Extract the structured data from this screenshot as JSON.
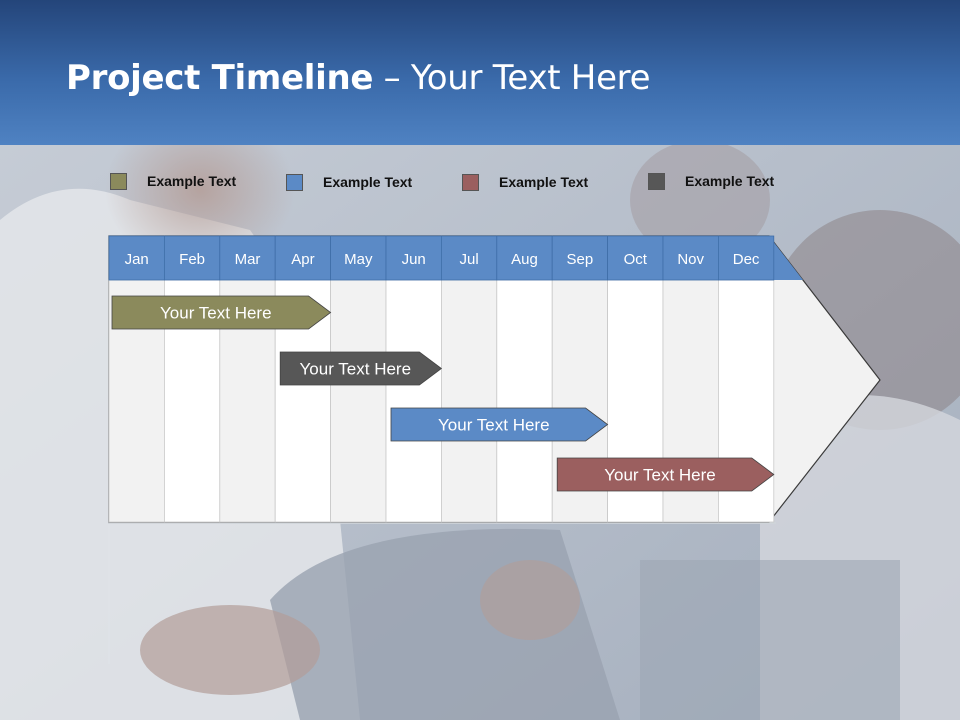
{
  "title": {
    "bold": "Project Timeline",
    "rest": " – Your Text Here"
  },
  "legend": [
    {
      "label": "Example Text",
      "color": "#8b8a5c"
    },
    {
      "label": "Example Text",
      "color": "#5b8ac6"
    },
    {
      "label": "Example Text",
      "color": "#9b5f5f"
    },
    {
      "label": "Example Text",
      "color": "#575757"
    }
  ],
  "months": [
    "Jan",
    "Feb",
    "Mar",
    "Apr",
    "May",
    "Jun",
    "Jul",
    "Aug",
    "Sep",
    "Oct",
    "Nov",
    "Dec"
  ],
  "tasks": [
    {
      "label": "Your  Text Here",
      "start_month": "Jan",
      "end_month": "Apr",
      "color": "#8b8a5c"
    },
    {
      "label": "Your  Text Here",
      "start_month": "Apr",
      "end_month": "Jun",
      "color": "#575757"
    },
    {
      "label": "Your  Text Here",
      "start_month": "Jun",
      "end_month": "Sep",
      "color": "#5b8ac6"
    },
    {
      "label": "Your  Text Here",
      "start_month": "Sep",
      "end_month": "Dec",
      "color": "#9b5f5f"
    }
  ],
  "colors": {
    "header_bar": "#5b8ac6",
    "panel": "#f2f2f2"
  }
}
